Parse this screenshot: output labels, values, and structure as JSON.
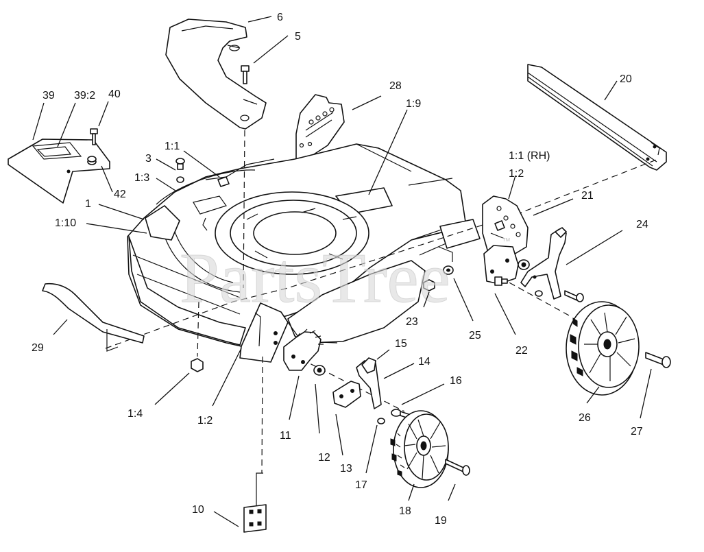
{
  "watermark": {
    "text": "PartsTree",
    "trademark": "™"
  },
  "callouts": {
    "p1": "1",
    "p1_1": "1:1",
    "p1_1rh": "1:1 (RH)",
    "p1_2a": "1:2",
    "p1_2b": "1:2",
    "p1_3": "1:3",
    "p1_4": "1:4",
    "p1_9": "1:9",
    "p1_10": "1:10",
    "p3": "3",
    "p5": "5",
    "p6": "6",
    "p10": "10",
    "p11": "11",
    "p12": "12",
    "p13": "13",
    "p14": "14",
    "p15": "15",
    "p16": "16",
    "p17": "17",
    "p18": "18",
    "p19": "19",
    "p20": "20",
    "p21": "21",
    "p22": "22",
    "p23": "23",
    "p24": "24",
    "p25": "25",
    "p26": "26",
    "p27": "27",
    "p28": "28",
    "p29": "29",
    "p39": "39",
    "p39_2": "39:2",
    "p40": "40",
    "p42": "42"
  }
}
